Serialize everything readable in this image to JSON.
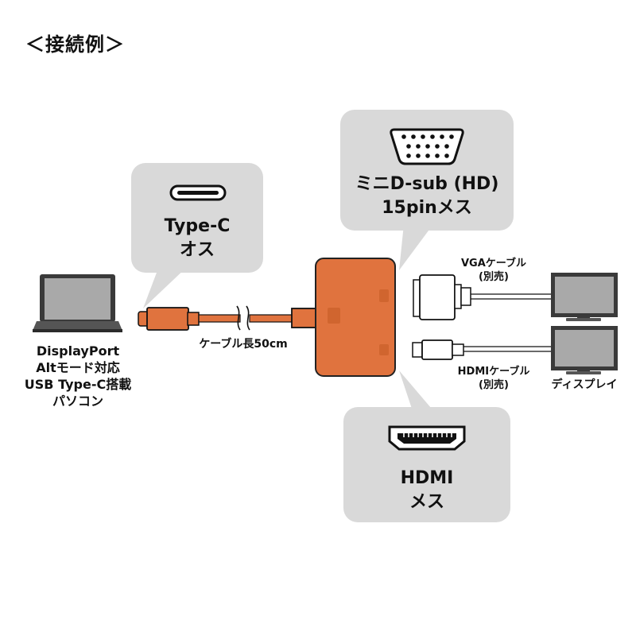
{
  "title": "＜接続例＞",
  "bubbles": {
    "typec": {
      "line1": "Type-C",
      "line2": "オス",
      "icon": "usb-c-port-icon"
    },
    "vga": {
      "line1": "ミニD-sub (HD)",
      "line2": "15pinメス",
      "icon": "vga-port-icon"
    },
    "hdmi": {
      "line1": "HDMI",
      "line2": "メス",
      "icon": "hdmi-port-icon"
    }
  },
  "laptop": {
    "line1": "DisplayPort",
    "line2": "Altモード対応",
    "line3": "USB Type-C搭載",
    "line4": "パソコン"
  },
  "cable_length": "ケーブル長50cm",
  "vga_cable": {
    "line1": "VGAケーブル",
    "line2": "(別売)"
  },
  "hdmi_cable": {
    "line1": "HDMIケーブル",
    "line2": "(別売)"
  },
  "display_label": "ディスプレイ",
  "colors": {
    "adapter": "#E0733E",
    "bubble": "#D9D9D9",
    "dark": "#222222"
  }
}
